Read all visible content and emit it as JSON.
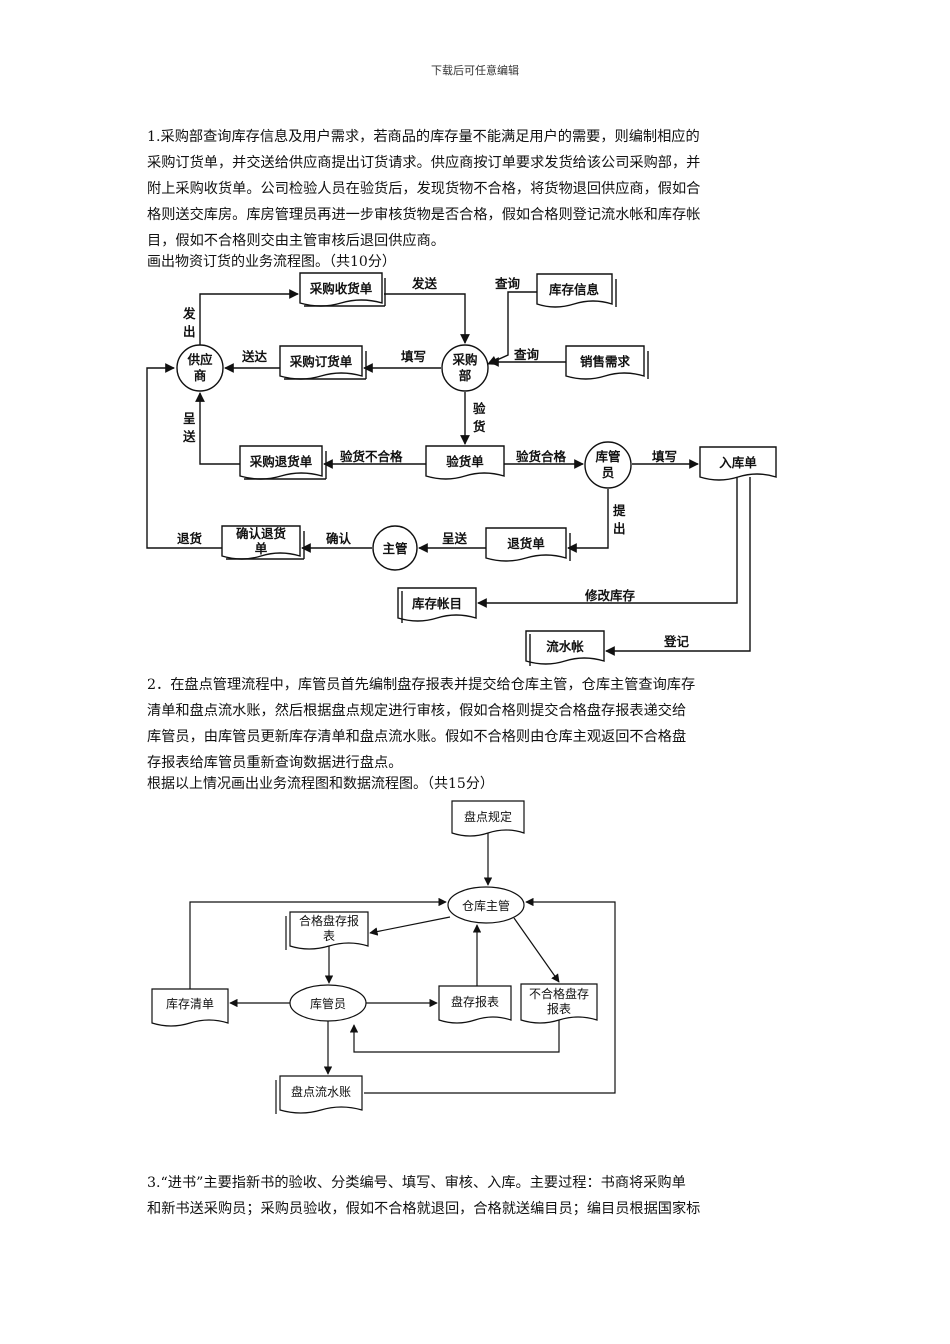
{
  "header": "下载后可任意编辑",
  "q1": {
    "lines": [
      "1.采购部查询库存信息及用户需求，若商品的库存量不能满足用户的需要，则编制相应的",
      "采购订货单，并交送给供应商提出订货请求。供应商按订单要求发货给该公司采购部，并",
      "附上采购收货单。公司检验人员在验货后，发现货物不合格，将货物退回供应商，假如合",
      "格则送交库房。库房管理员再进一步审核货物是否合格，假如合格则登记流水帐和库存帐",
      "目，假如不合格则交由主管审核后退回供应商。"
    ],
    "task": "画出物资订货的业务流程图。（共10分）",
    "diagram": {
      "docs": {
        "shouhuo": "采购收货单",
        "kucun_info": "库存信息",
        "dinghuo": "采购订货单",
        "xiaoshou": "销售需求",
        "tuihuo": "采购退货单",
        "yanhuo": "验货单",
        "ruku": "入库单",
        "queren1": "确认退货",
        "queren2": "单",
        "tuihuodan": "退货单",
        "zhangmu": "库存帐目",
        "liushui": "流水帐"
      },
      "entities": {
        "gongying1": "供应",
        "gongying2": "商",
        "caigou1": "采购",
        "caigou2": "部",
        "kuguan1": "库管",
        "kuguan2": "员",
        "zhuguan": "主管"
      },
      "labels": {
        "fachu1": "发",
        "fachu2": "出",
        "fasong": "发送",
        "chaxun1": "查询",
        "songda": "送达",
        "tianxie1": "填写",
        "chaxun2": "查询",
        "chengsong1": "呈",
        "chengsong2": "送",
        "yanhuo1": "验",
        "yanhuo2": "货",
        "buhege": "验货不合格",
        "hege": "验货合格",
        "tianxie2": "填写",
        "tichu1": "提",
        "tichu2": "出",
        "tuihuo_lbl": "退货",
        "queren_lbl": "确认",
        "chengsong3": "呈送",
        "xiugai": "修改库存",
        "dengji": "登记"
      }
    }
  },
  "q2": {
    "lines": [
      "2．在盘点管理流程中，库管员首先编制盘存报表并提交给仓库主管，仓库主管查询库存",
      "清单和盘点流水账，然后根据盘点规定进行审核，假如合格则提交合格盘存报表递交给",
      "库管员，由库管员更新库存清单和盘点流水账。假如不合格则由仓库主观返回不合格盘",
      "存报表给库管员重新查询数据进行盘点。"
    ],
    "task": "根据以上情况画出业务流程图和数据流程图。（共15分）",
    "diagram": {
      "guiding": "盘点规定",
      "cangku": "仓库主管",
      "hege1": "合格盘存报",
      "hege2": "表",
      "kucun": "库存清单",
      "kuguan": "库管员",
      "baobiao": "盘存报表",
      "buhege1": "不合格盘存",
      "buhege2": "报表",
      "liushui": "盘点流水账"
    }
  },
  "q3": {
    "lines": [
      "3.“进书”主要指新书的验收、分类编号、填写、审核、入库。主要过程：书商将采购单",
      "和新书送采购员；采购员验收，假如不合格就退回，合格就送编目员；编目员根据国家标"
    ]
  }
}
